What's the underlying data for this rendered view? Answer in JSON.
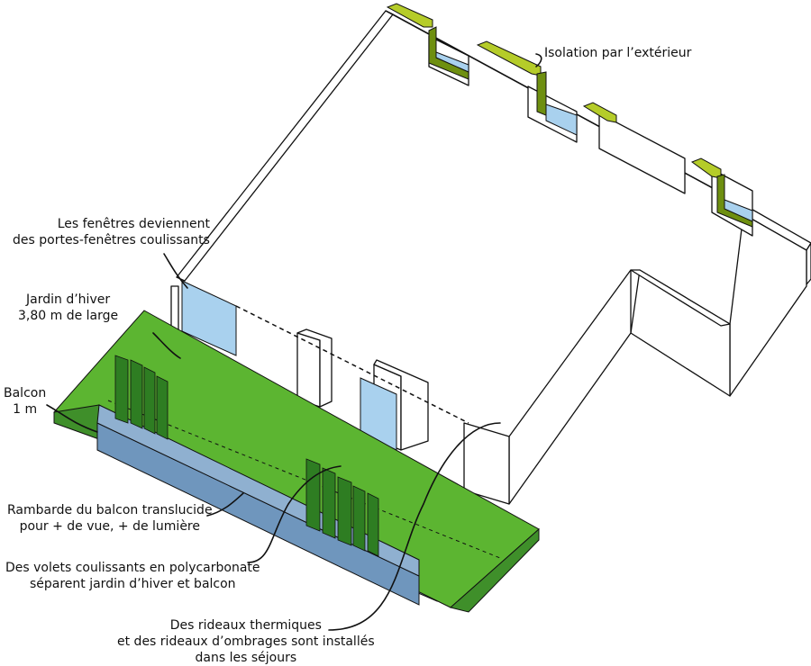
{
  "labels": {
    "isolation": "Isolation par l’extérieur",
    "fenetres": [
      "Les fenêtres deviennent",
      "des portes-fenêtres coulissants"
    ],
    "jardin": [
      "Jardin d’hiver",
      "3,80 m de large"
    ],
    "balcon": [
      "Balcon",
      "1 m"
    ],
    "rambarde": [
      "Rambarde du balcon translucide",
      "pour + de vue, + de lumière"
    ],
    "volets": [
      "Des volets coulissants en polycarbonate",
      "séparent jardin d’hiver et balcon"
    ],
    "rideaux": [
      "Des rideaux thermiques",
      "et des rideaux d’ombrages sont installés",
      "dans les séjours"
    ]
  },
  "colors": {
    "floor_green": "#5cb531",
    "dark_green": "#3f8f2a",
    "panel_green": "#2e7d22",
    "railing_blue": "#6f96bd",
    "glass_blue": "#a9d1ee",
    "insulation_lime": "#b5cc29",
    "insulation_dark": "#6e8f10",
    "line": "#111111"
  }
}
